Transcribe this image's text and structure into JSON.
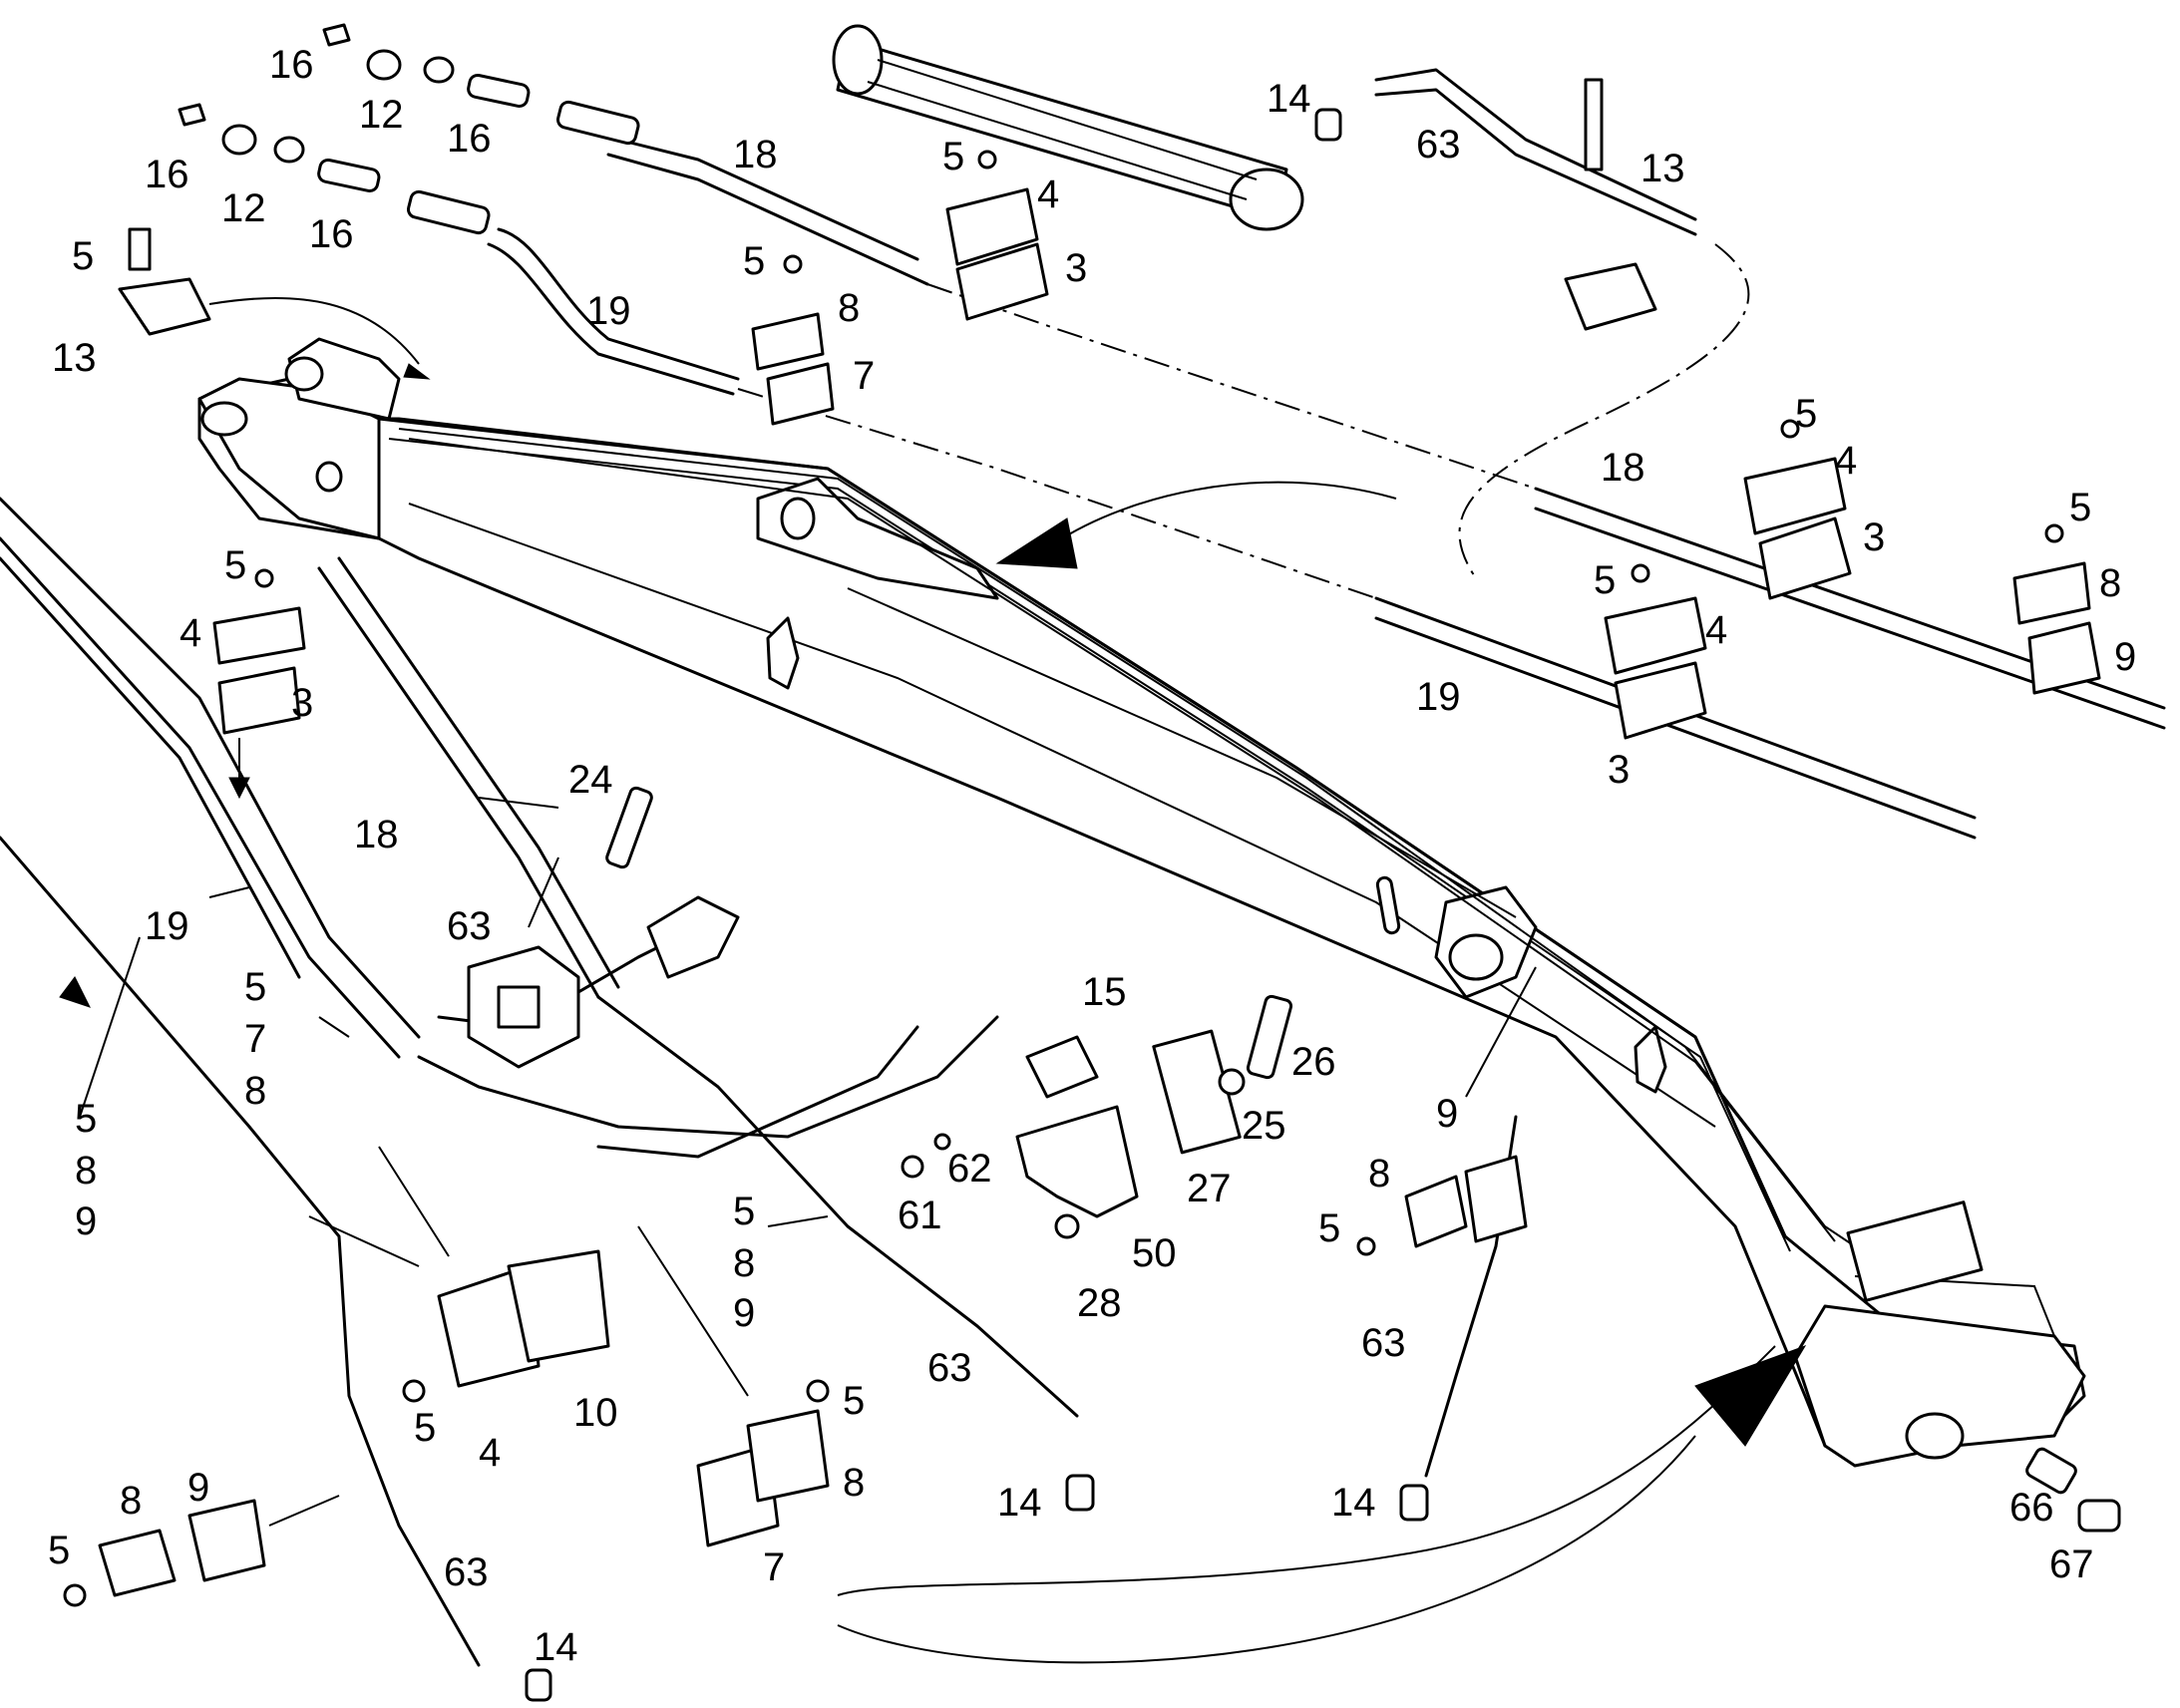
{
  "diagram": {
    "callouts": [
      {
        "id": "c01",
        "text": "16"
      },
      {
        "id": "c02",
        "text": "12"
      },
      {
        "id": "c03",
        "text": "16"
      },
      {
        "id": "c04",
        "text": "16"
      },
      {
        "id": "c05",
        "text": "12"
      },
      {
        "id": "c06",
        "text": "16"
      },
      {
        "id": "c07",
        "text": "18"
      },
      {
        "id": "c08",
        "text": "19"
      },
      {
        "id": "c09",
        "text": "5"
      },
      {
        "id": "c10",
        "text": "13"
      },
      {
        "id": "c11",
        "text": "14"
      },
      {
        "id": "c12",
        "text": "63"
      },
      {
        "id": "c13",
        "text": "13"
      },
      {
        "id": "c14",
        "text": "5"
      },
      {
        "id": "c15",
        "text": "4"
      },
      {
        "id": "c16",
        "text": "3"
      },
      {
        "id": "c17",
        "text": "5"
      },
      {
        "id": "c18",
        "text": "8"
      },
      {
        "id": "c19",
        "text": "7"
      },
      {
        "id": "c20",
        "text": "5"
      },
      {
        "id": "c21",
        "text": "18"
      },
      {
        "id": "c22",
        "text": "4"
      },
      {
        "id": "c23",
        "text": "3"
      },
      {
        "id": "c24",
        "text": "5"
      },
      {
        "id": "c25",
        "text": "8"
      },
      {
        "id": "c26",
        "text": "9"
      },
      {
        "id": "c27",
        "text": "5"
      },
      {
        "id": "c28",
        "text": "4"
      },
      {
        "id": "c29",
        "text": "19"
      },
      {
        "id": "c30",
        "text": "3"
      },
      {
        "id": "c31",
        "text": "5"
      },
      {
        "id": "c32",
        "text": "4"
      },
      {
        "id": "c33",
        "text": "3"
      },
      {
        "id": "c34",
        "text": "24"
      },
      {
        "id": "c35",
        "text": "18"
      },
      {
        "id": "c36",
        "text": "63"
      },
      {
        "id": "c37",
        "text": "19"
      },
      {
        "id": "c38",
        "text": "5"
      },
      {
        "id": "c39",
        "text": "7"
      },
      {
        "id": "c40",
        "text": "8"
      },
      {
        "id": "c41",
        "text": "5"
      },
      {
        "id": "c42",
        "text": "8"
      },
      {
        "id": "c43",
        "text": "9"
      },
      {
        "id": "c44",
        "text": "15"
      },
      {
        "id": "c45",
        "text": "26"
      },
      {
        "id": "c46",
        "text": "25"
      },
      {
        "id": "c47",
        "text": "62"
      },
      {
        "id": "c48",
        "text": "61"
      },
      {
        "id": "c49",
        "text": "27"
      },
      {
        "id": "c50",
        "text": "50"
      },
      {
        "id": "c51",
        "text": "28"
      },
      {
        "id": "c52",
        "text": "5"
      },
      {
        "id": "c53",
        "text": "8"
      },
      {
        "id": "c54",
        "text": "9"
      },
      {
        "id": "c55",
        "text": "9"
      },
      {
        "id": "c56",
        "text": "8"
      },
      {
        "id": "c57",
        "text": "5"
      },
      {
        "id": "c58",
        "text": "63"
      },
      {
        "id": "c59",
        "text": "5"
      },
      {
        "id": "c60",
        "text": "4"
      },
      {
        "id": "c61",
        "text": "10"
      },
      {
        "id": "c62",
        "text": "63"
      },
      {
        "id": "c63",
        "text": "5"
      },
      {
        "id": "c64",
        "text": "8"
      },
      {
        "id": "c65",
        "text": "7"
      },
      {
        "id": "c66",
        "text": "14"
      },
      {
        "id": "c67",
        "text": "14"
      },
      {
        "id": "c68",
        "text": "66"
      },
      {
        "id": "c69",
        "text": "67"
      },
      {
        "id": "c70",
        "text": "8"
      },
      {
        "id": "c71",
        "text": "9"
      },
      {
        "id": "c72",
        "text": "5"
      },
      {
        "id": "c73",
        "text": "63"
      },
      {
        "id": "c74",
        "text": "14"
      }
    ]
  }
}
